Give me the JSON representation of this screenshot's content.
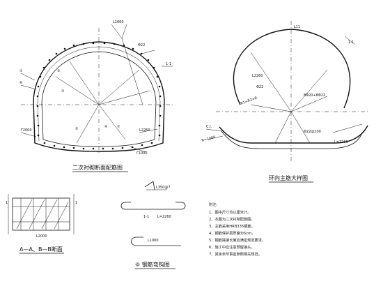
{
  "drawing": {
    "view1": {
      "title": "二次衬砌断面配筋图",
      "labels": [
        "①",
        "②",
        "③",
        "④",
        "⑤",
        "⑥",
        "⑦",
        "Φ22",
        "1-1",
        "L2260",
        "Γ2000",
        "Γ1000",
        "L1660"
      ]
    },
    "view2": {
      "title": "环向主筋大样图",
      "labels": [
        "L11",
        "1-1",
        "L2260",
        "Φ22",
        "R1=R2=R",
        "8Φ20+8Φ22",
        "Φ22@200",
        "C.I.",
        "R=1000",
        "L=2260"
      ]
    },
    "view3": {
      "title": "A—A、B—B断面",
      "labels": [
        "1",
        "1",
        "L2000"
      ]
    },
    "view4": {
      "title": "⑥ 钢筋弯钩图",
      "labels": [
        "L350@7",
        "1-1",
        "L=2260",
        "L1000"
      ]
    },
    "notes": {
      "title": "附注：",
      "items": [
        "1、图中尺寸均以厘米计。",
        "2、本图为二次衬砌配筋图。",
        "3、主筋采用HRB335钢筋。",
        "4、钢筋保护层厚度为5cm。",
        "5、钢筋搭接长度应满足规范要求。",
        "6、施工中应注意预留接头。",
        "7、其余未尽事宜参照相关规范。"
      ]
    }
  }
}
